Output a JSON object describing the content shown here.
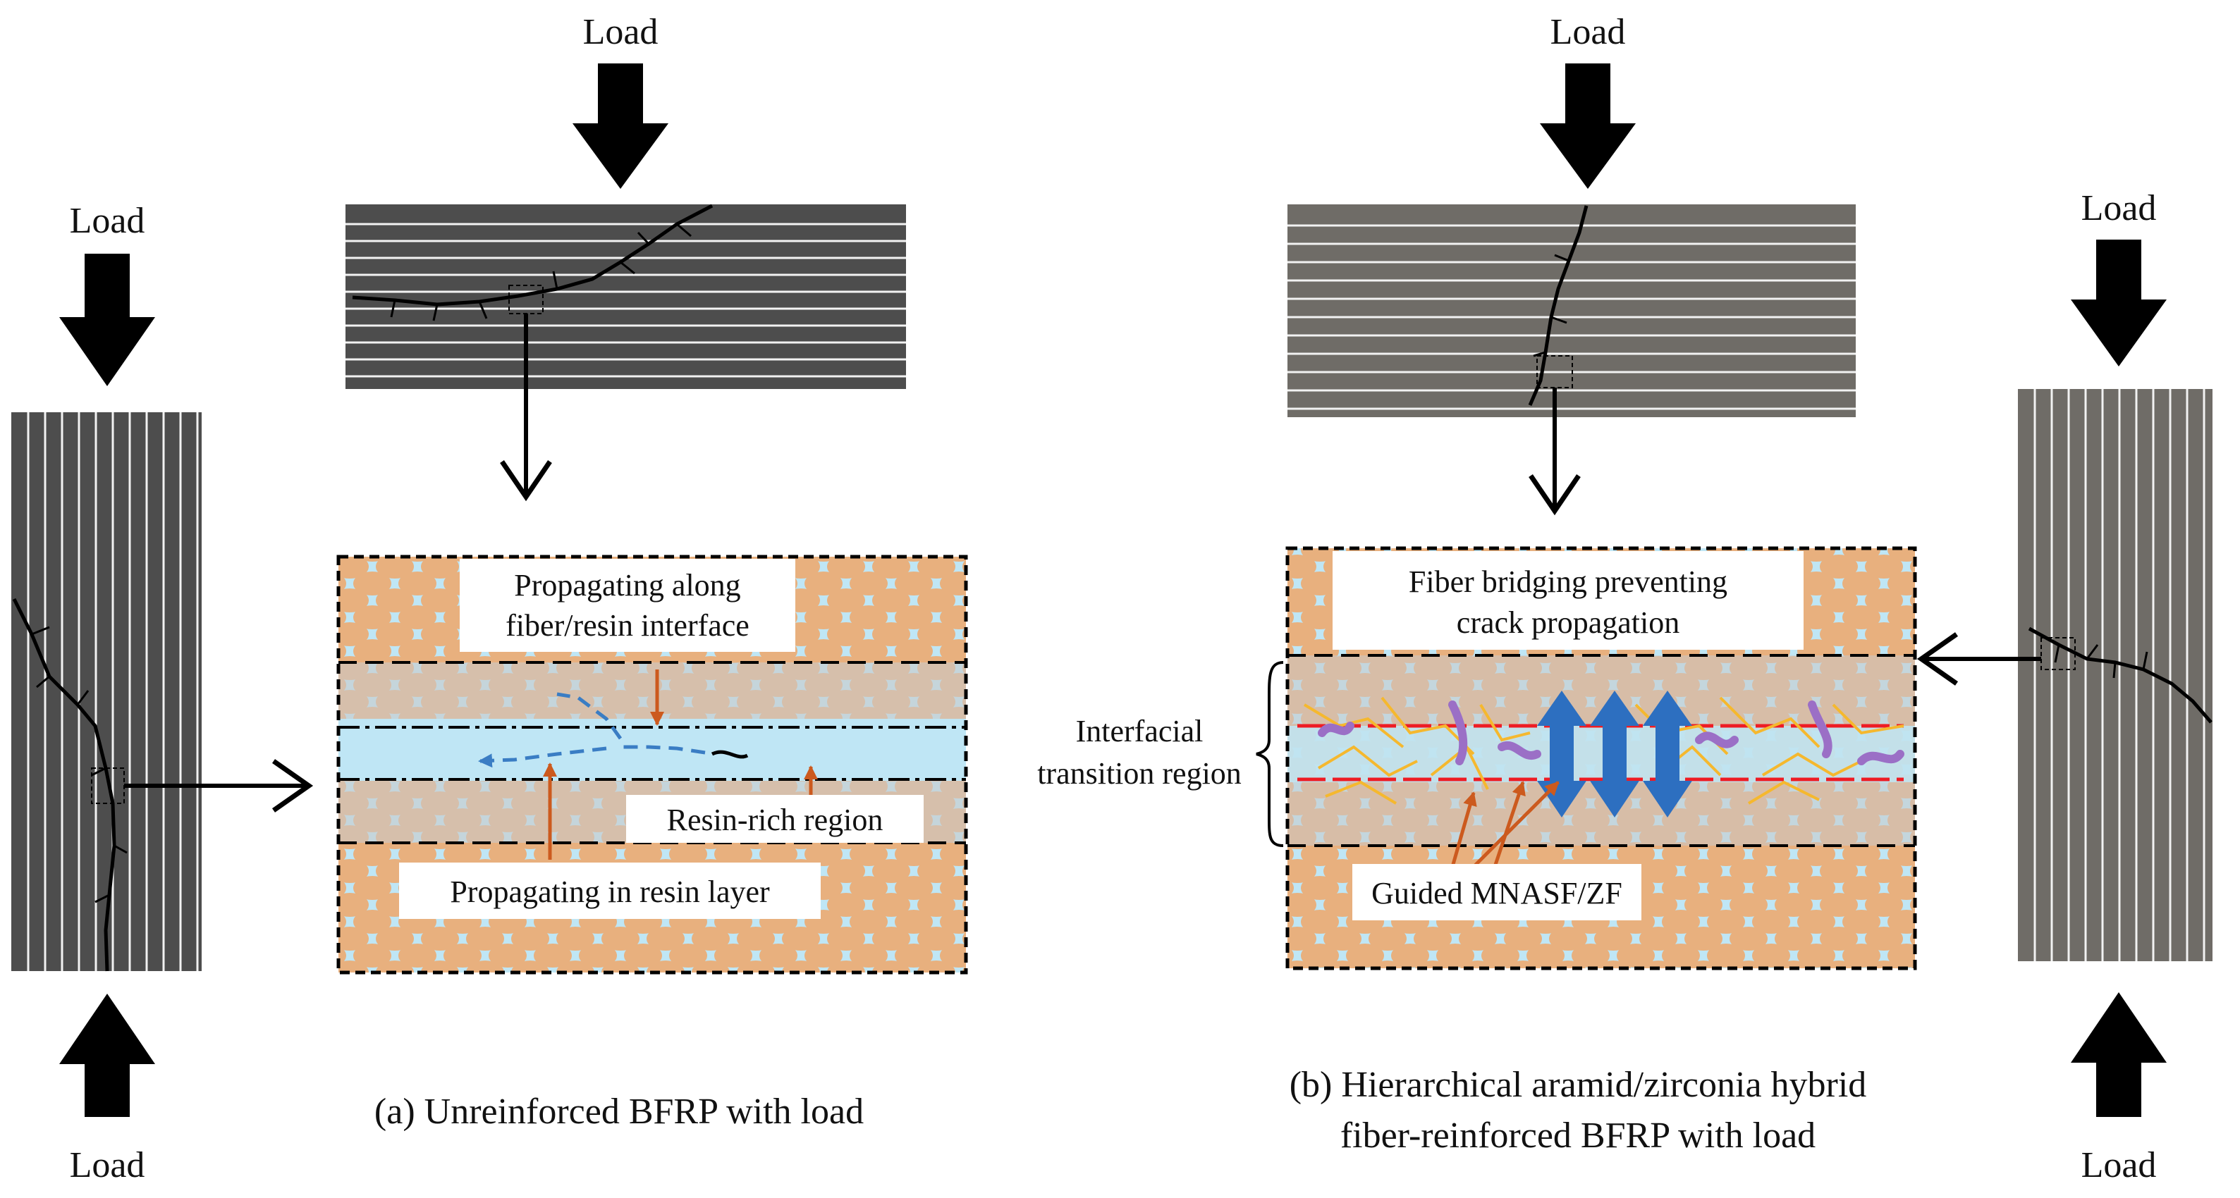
{
  "panel_a": {
    "load_top": "Load",
    "load_left_top": "Load",
    "load_left_bottom": "Load",
    "callout_interface_line1": "Propagating along",
    "callout_interface_line2": "fiber/resin interface",
    "label_resin_rich": "Resin-rich region",
    "callout_resin_layer": "Propagating in resin layer",
    "caption": "(a) Unreinforced BFRP with load"
  },
  "panel_b": {
    "load_top": "Load",
    "load_right_top": "Load",
    "load_right_bottom": "Load",
    "callout_bridging_line1": "Fiber bridging preventing",
    "callout_bridging_line2": "crack propagation",
    "label_interfacial_line1": "Interfacial",
    "label_interfacial_line2": "transition region",
    "label_guided": "Guided MNASF/ZF",
    "caption_line1": "(b) Hierarchical aramid/zirconia hybrid",
    "caption_line2": "fiber-reinforced BFRP with load"
  },
  "colors": {
    "laminate_a": "#4d4d4d",
    "laminate_b": "#6f6c67",
    "fiber_line": "#f2f2f2",
    "resin": "#bfe6f5",
    "fiber_dot": "#e8b07e",
    "interface_gray": "#c9c9c9",
    "arrow_orange": "#cc5a1e",
    "crack_blue": "#3a7dc4",
    "bridge_blue": "#2d6fc0",
    "red_line": "#ee1c24",
    "yellow_fiber": "#f5b82e",
    "purple_fiber": "#9b6fc6"
  }
}
